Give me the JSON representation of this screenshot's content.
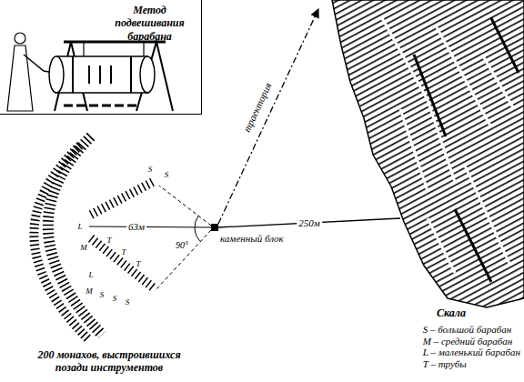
{
  "diagram": {
    "nodes": [
      {
        "text": [
          "Метод подвешивания барабана"
        ]
      },
      {
        "text": [
          "каменный блок"
        ]
      },
      {
        "text": [
          "Скала"
        ]
      }
    ],
    "edges": [
      {
        "from": 1,
        "to": 2,
        "arrow": "none",
        "label": "250м"
      }
    ],
    "labels": [
      "траектория",
      "63м",
      "90°",
      "200 монахов, выстроившихся позади инструментов",
      "S",
      "S",
      "L",
      "M",
      "T",
      "T",
      "T",
      "L",
      "M",
      "S",
      "S",
      "S"
    ],
    "legend": [
      {
        "text": "S – большой барабан"
      },
      {
        "text": "M – средний барабан"
      },
      {
        "text": "L – маленький барабан"
      },
      {
        "text": "T – трубы"
      }
    ]
  }
}
